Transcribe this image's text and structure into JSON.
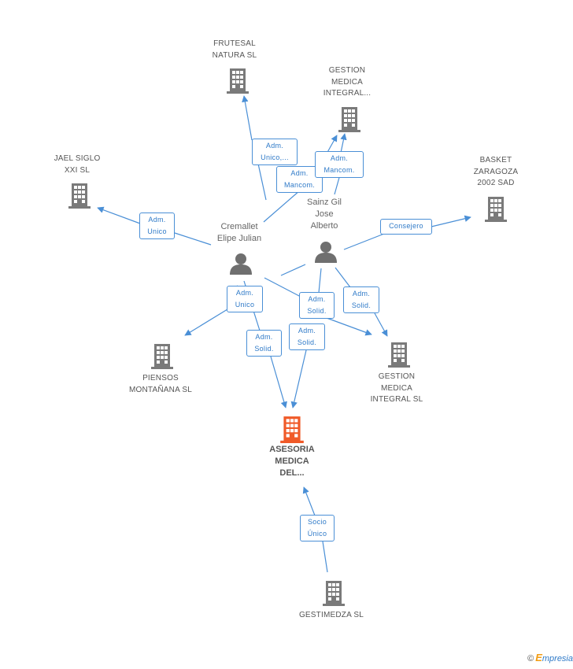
{
  "colors": {
    "edge": "#4a8fd6",
    "building": "#7a7a7a",
    "focus_building": "#f05a28",
    "person": "#6f6f6f"
  },
  "companies": [
    {
      "id": "frutesal",
      "label": "FRUTESAL\nNATURA SL"
    },
    {
      "id": "gestion_top",
      "label": "GESTION\nMEDICA\nINTEGRAL..."
    },
    {
      "id": "jael",
      "label": "JAEL SIGLO\nXXI SL"
    },
    {
      "id": "basket",
      "label": "BASKET\nZARAGOZA\n2002 SAD"
    },
    {
      "id": "piensos",
      "label": "PIENSOS\nMONTAÑANA SL"
    },
    {
      "id": "gestion_sl",
      "label": "GESTION\nMEDICA\nINTEGRAL SL"
    },
    {
      "id": "asesoria",
      "label": "ASESORIA\nMEDICA\nDEL..."
    },
    {
      "id": "gestimedza",
      "label": "GESTIMEDZA SL"
    }
  ],
  "persons": [
    {
      "id": "cremallet",
      "label": "Cremallet\nElipe Julian"
    },
    {
      "id": "sainz",
      "label": "Sainz Gil\nJose\nAlberto"
    }
  ],
  "relations": [
    {
      "id": "r1",
      "label": "Adm.\nUnico,..."
    },
    {
      "id": "r2",
      "label": "Adm.\nMancom."
    },
    {
      "id": "r3",
      "label": "Adm.\nMancom."
    },
    {
      "id": "r4",
      "label": "Adm.\nUnico"
    },
    {
      "id": "r5",
      "label": "Consejero"
    },
    {
      "id": "r6",
      "label": "Adm.\nUnico"
    },
    {
      "id": "r7",
      "label": "Adm.\nSolid."
    },
    {
      "id": "r8",
      "label": "Adm.\nSolid."
    },
    {
      "id": "r9",
      "label": "Adm.\nSolid."
    },
    {
      "id": "r10",
      "label": "Adm.\nSolid."
    },
    {
      "id": "r11",
      "label": "Socio\nÚnico"
    }
  ],
  "footer": {
    "copyright": "©",
    "brand_initial": "E",
    "brand_rest": "mpresia"
  }
}
